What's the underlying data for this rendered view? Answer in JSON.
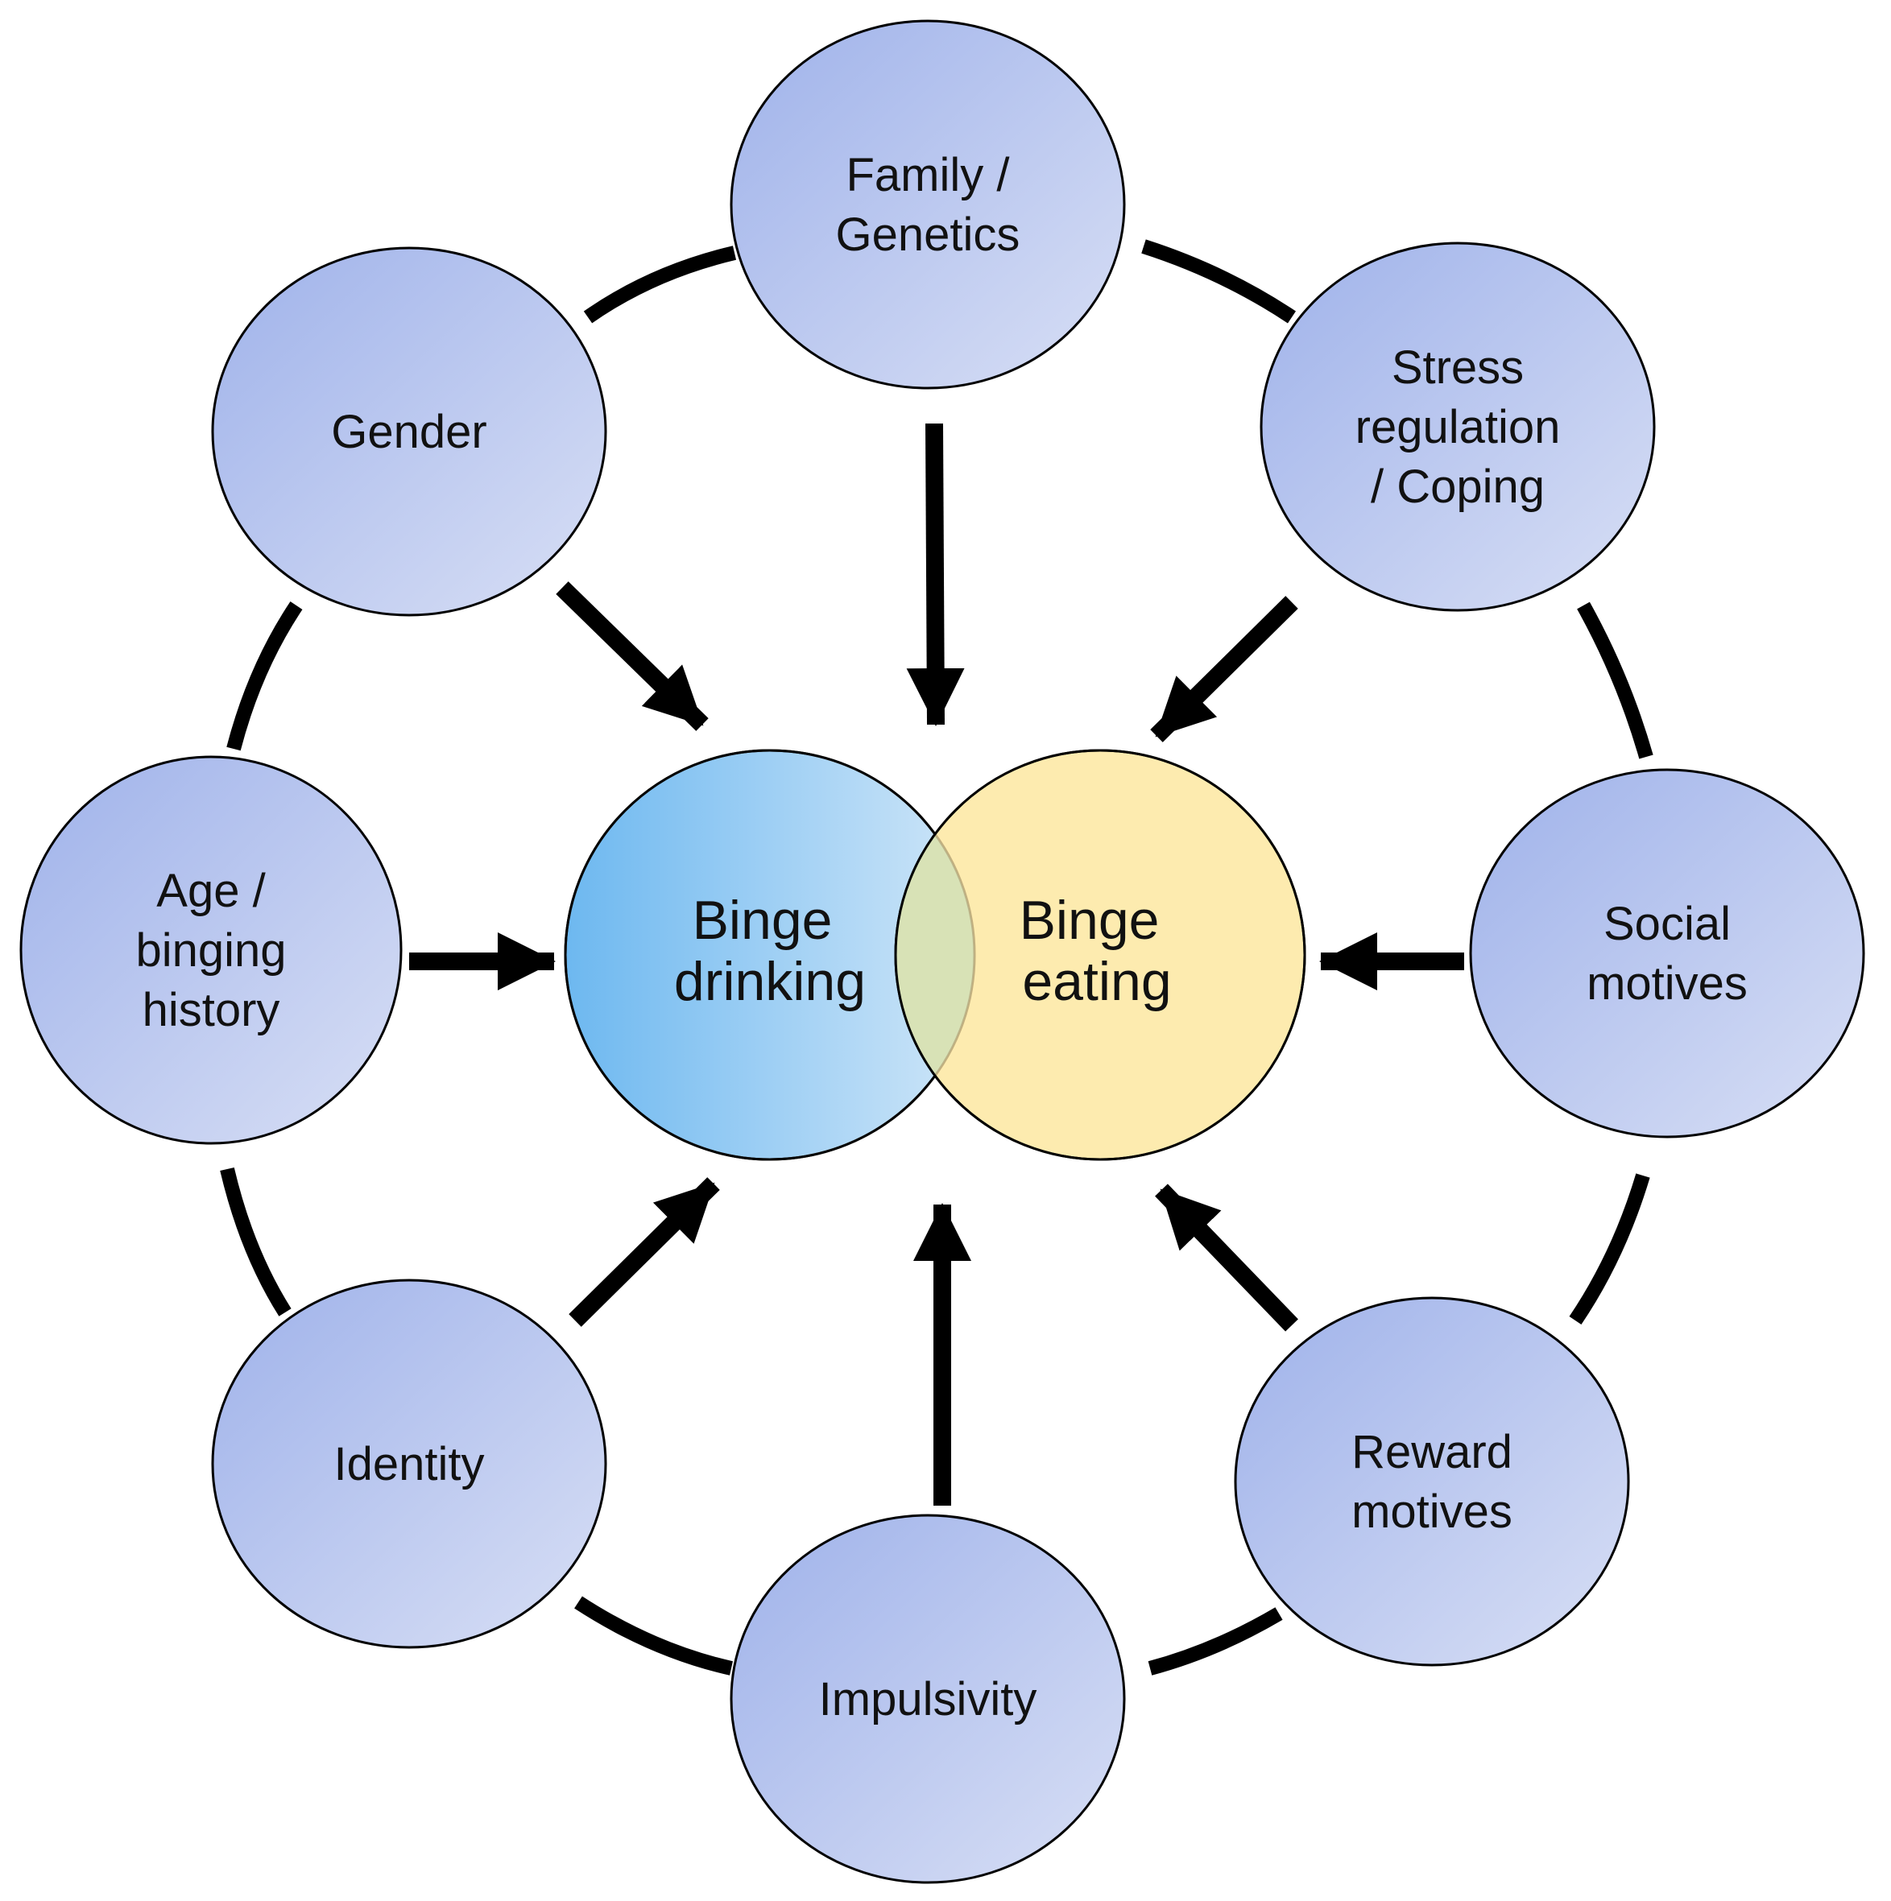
{
  "center": {
    "left_label": [
      "Binge",
      "drinking"
    ],
    "right_label": [
      "Binge",
      "eating"
    ]
  },
  "factors": [
    {
      "id": "family-genetics",
      "lines": [
        "Family /",
        "Genetics"
      ]
    },
    {
      "id": "stress-regulation-coping",
      "lines": [
        "Stress",
        "regulation",
        "/ Coping"
      ]
    },
    {
      "id": "social-motives",
      "lines": [
        "Social",
        "motives"
      ]
    },
    {
      "id": "reward-motives",
      "lines": [
        "Reward",
        "motives"
      ]
    },
    {
      "id": "impulsivity",
      "lines": [
        "Impulsivity"
      ]
    },
    {
      "id": "identity",
      "lines": [
        "Identity"
      ]
    },
    {
      "id": "age-binging-history",
      "lines": [
        "Age /",
        "binging",
        "history"
      ]
    },
    {
      "id": "gender",
      "lines": [
        "Gender"
      ]
    }
  ],
  "colors": {
    "factor_fill_start": "#9fb2ea",
    "factor_fill_end": "#d8dff5",
    "drinking_fill_start": "#6db8f0",
    "drinking_fill_end": "#cfe6f8",
    "eating_fill": "#fde9a8",
    "overlap_fill": "#d6e2b6"
  }
}
